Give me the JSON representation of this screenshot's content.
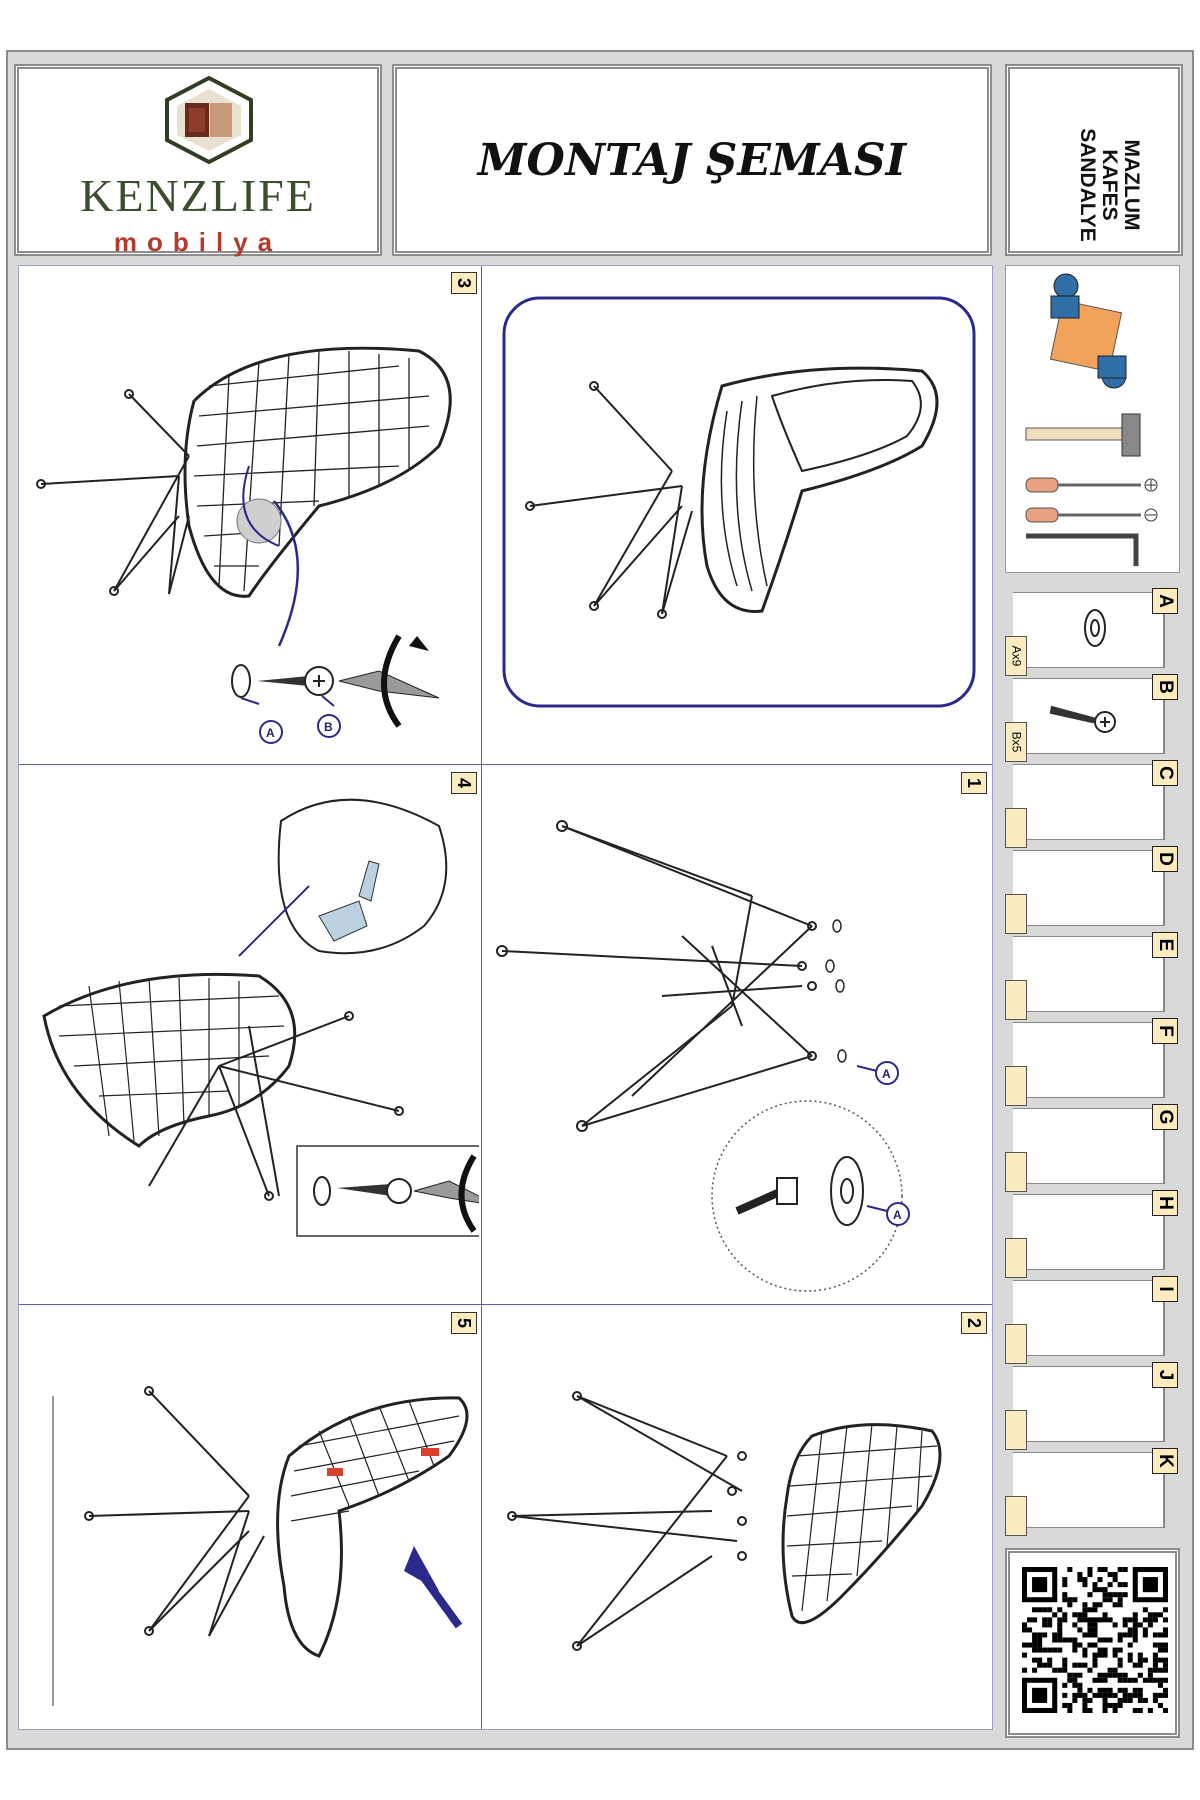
{
  "brand": {
    "name": "KENZLIFE",
    "sub": "mobilya"
  },
  "header": {
    "title": "MONTAJ ŞEMASI"
  },
  "product": {
    "lines": [
      "MAZLUM",
      "KAFES",
      "SANDALYE"
    ]
  },
  "steps": [
    "3",
    "4",
    "1",
    "5",
    "2"
  ],
  "callouts": {
    "a": "A",
    "b": "B"
  },
  "parts": [
    {
      "letter": "A",
      "qty": "Ax9"
    },
    {
      "letter": "B",
      "qty": "Bx5"
    },
    {
      "letter": "C",
      "qty": ""
    },
    {
      "letter": "D",
      "qty": ""
    },
    {
      "letter": "E",
      "qty": ""
    },
    {
      "letter": "F",
      "qty": ""
    },
    {
      "letter": "G",
      "qty": ""
    },
    {
      "letter": "H",
      "qty": ""
    },
    {
      "letter": "I",
      "qty": ""
    },
    {
      "letter": "J",
      "qty": ""
    },
    {
      "letter": "K",
      "qty": ""
    }
  ],
  "colors": {
    "accent": "#2b2a8c",
    "panel_border": "#8c8c8c",
    "label_bg": "#fbecc0",
    "brand_red": "#b33a2c",
    "brand_green": "#3a4e2e"
  }
}
